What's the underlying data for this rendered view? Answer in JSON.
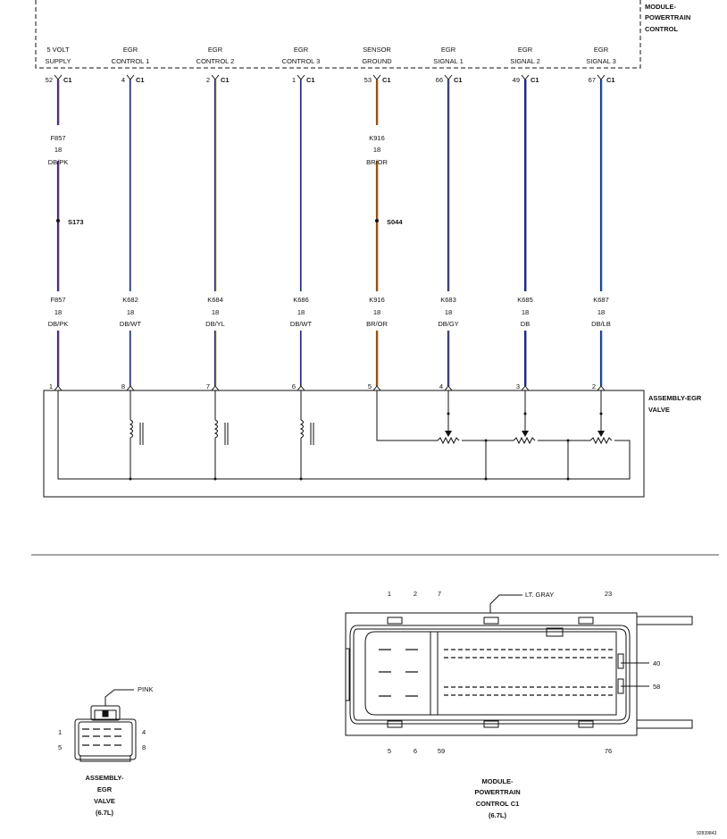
{
  "module": {
    "title_lines": [
      "MODULE-",
      "POWERTRAIN",
      "CONTROL"
    ]
  },
  "assembly": {
    "title_lines": [
      "ASSEMBLY-EGR",
      "VALVE"
    ]
  },
  "circuits": [
    {
      "func": [
        "5 VOLT",
        "SUPPLY"
      ],
      "pin": "52",
      "conn": "C1",
      "upper": [
        "F857",
        "18",
        "DB/PK"
      ],
      "splice": "S173",
      "lower": [
        "F857",
        "18",
        "DB/PK"
      ],
      "cpin": "1",
      "color": "#1f2a8a",
      "stripe": "#c0509a"
    },
    {
      "func": [
        "EGR",
        "CONTROL 1"
      ],
      "pin": "4",
      "conn": "C1",
      "upper": [],
      "splice": "",
      "lower": [
        "K682",
        "18",
        "DB/WT"
      ],
      "cpin": "8",
      "color": "#1f2a8a",
      "stripe": "#ffffff"
    },
    {
      "func": [
        "EGR",
        "CONTROL 2"
      ],
      "pin": "2",
      "conn": "C1",
      "upper": [],
      "splice": "",
      "lower": [
        "K684",
        "18",
        "DB/YL"
      ],
      "cpin": "7",
      "color": "#1f2a8a",
      "stripe": "#e8d020"
    },
    {
      "func": [
        "EGR",
        "CONTROL 3"
      ],
      "pin": "1",
      "conn": "C1",
      "upper": [],
      "splice": "",
      "lower": [
        "K686",
        "18",
        "DB/WT"
      ],
      "cpin": "6",
      "color": "#1f2a8a",
      "stripe": "#ffffff"
    },
    {
      "func": [
        "SENSOR",
        "GROUND"
      ],
      "pin": "53",
      "conn": "C1",
      "upper": [
        "K916",
        "18",
        "BR/OR"
      ],
      "splice": "S044",
      "lower": [
        "K916",
        "18",
        "BR/OR"
      ],
      "cpin": "5",
      "color": "#8a4a10",
      "stripe": "#e07818"
    },
    {
      "func": [
        "EGR",
        "SIGNAL 1"
      ],
      "pin": "66",
      "conn": "C1",
      "upper": [],
      "splice": "",
      "lower": [
        "K683",
        "18",
        "DB/GY"
      ],
      "cpin": "4",
      "color": "#1f2a8a",
      "stripe": "#909090"
    },
    {
      "func": [
        "EGR",
        "SIGNAL 2"
      ],
      "pin": "49",
      "conn": "C1",
      "upper": [],
      "splice": "",
      "lower": [
        "K685",
        "18",
        "DB"
      ],
      "cpin": "3",
      "color": "#1f2a8a",
      "stripe": "#1f2a8a"
    },
    {
      "func": [
        "EGR",
        "SIGNAL 3"
      ],
      "pin": "67",
      "conn": "C1",
      "upper": [],
      "splice": "",
      "lower": [
        "K687",
        "18",
        "DB/LB"
      ],
      "cpin": "2",
      "color": "#1f2a8a",
      "stripe": "#4aa8e8"
    }
  ],
  "egr_connector": {
    "color_label": "PINK",
    "pins": [
      "1",
      "4",
      "5",
      "8"
    ],
    "caption": [
      "ASSEMBLY-",
      "EGR",
      "VALVE",
      "(6.7L)"
    ]
  },
  "pcm_connector": {
    "color_label": "LT. GRAY",
    "top_pins": [
      "1",
      "2",
      "7",
      "23"
    ],
    "side_pins": [
      "40",
      "58"
    ],
    "bottom_pins": [
      "5",
      "6",
      "59",
      "76"
    ],
    "caption": [
      "MODULE-",
      "POWERTRAIN",
      "CONTROL C1",
      "(6.7L)"
    ]
  },
  "figure_id": "92839843"
}
